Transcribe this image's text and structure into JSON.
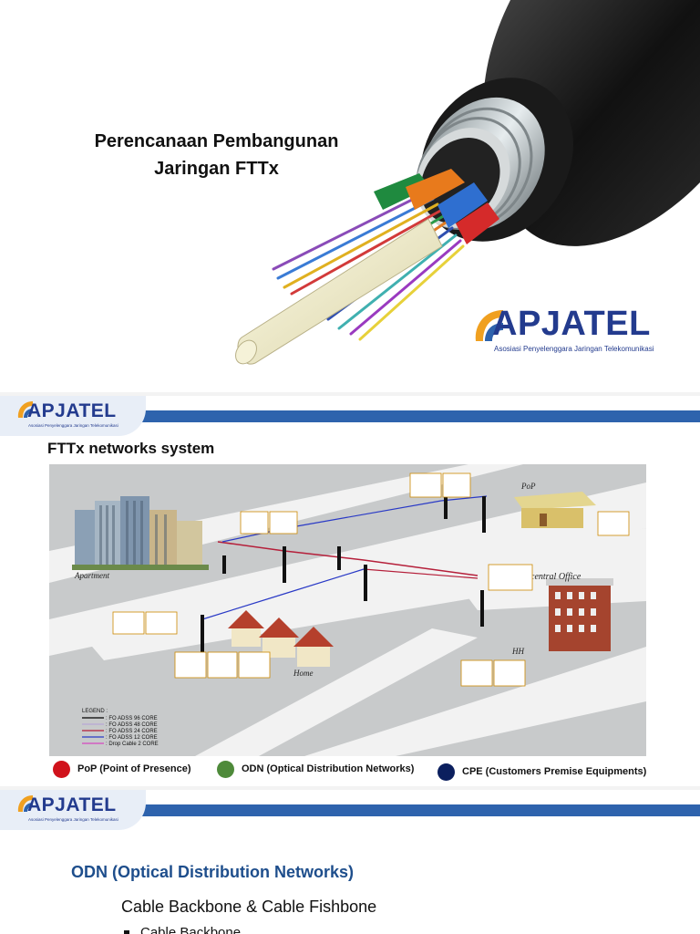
{
  "slide1": {
    "title_line1": "Perencanaan Pembangunan",
    "title_line2": "Jaringan FTTx",
    "logo": {
      "word": "APJATEL",
      "subtitle": "Asosiasi Penyelenggara Jaringan Telekomunikasi"
    }
  },
  "slide2": {
    "logo": {
      "word": "APJATEL",
      "subtitle": "Asosiasi Penyelenggara Jaringan Telekomunikasi"
    },
    "heading": "FTTx networks system",
    "diagram": {
      "apartment_label": "Apartment",
      "pop_label": "PoP",
      "central_office_label": "central Office",
      "home_label": "Home",
      "hh_label": "HH",
      "legend_title": "LEGEND :",
      "legend_items": [
        {
          "text": ": FO ADSS 96 CORE",
          "color": "#000000"
        },
        {
          "text": ": FO ADSS 48 CORE",
          "color": "#b9a7d6"
        },
        {
          "text": ": FO ADSS 24 CORE",
          "color": "#b51f3a"
        },
        {
          "text": ": FO ADSS 12 CORE",
          "color": "#2a3ac6"
        },
        {
          "text": ": Drop Cable 2 CORE",
          "color": "#d447c0"
        }
      ]
    },
    "key": [
      {
        "label": "PoP (Point of Presence)",
        "color": "#d0121b"
      },
      {
        "label": "ODN (Optical Distribution Networks)",
        "color": "#4e8a3a"
      },
      {
        "label": "CPE (Customers Premise Equipments)",
        "color": "#0b1f5e"
      }
    ]
  },
  "slide3": {
    "logo": {
      "word": "APJATEL",
      "subtitle": "Asosiasi Penyelenggara Jaringan Telekomunikasi"
    },
    "heading": "ODN (Optical Distribution Networks)",
    "subheading": "Cable Backbone & Cable Fishbone",
    "bullet": "Cable Backbone"
  }
}
